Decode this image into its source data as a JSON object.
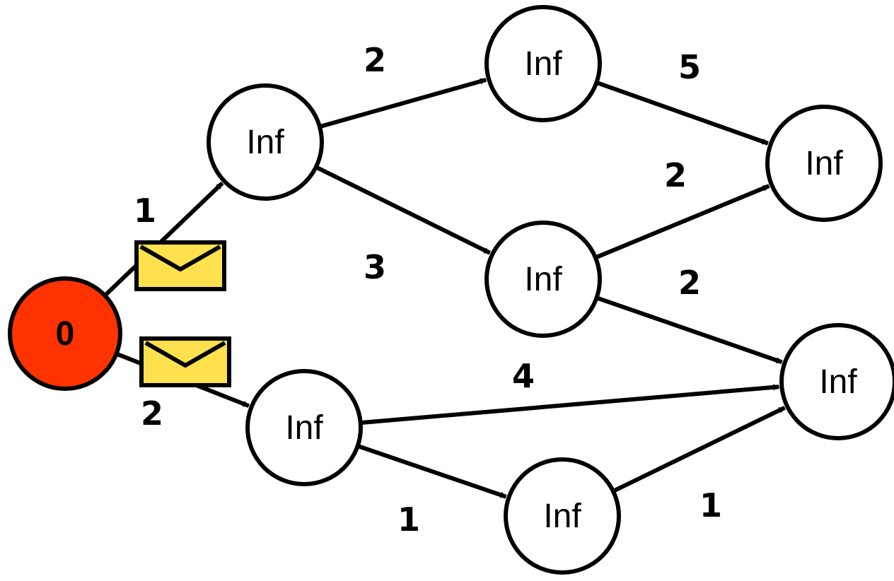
{
  "colors": {
    "source_fill": "#ff3300",
    "node_fill": "#ffffff",
    "stroke": "#000000",
    "envelope_fill": "#ffe14d"
  },
  "nodes": [
    {
      "id": "s",
      "label": "0",
      "source": true
    },
    {
      "id": "a",
      "label": "Inf"
    },
    {
      "id": "b",
      "label": "Inf"
    },
    {
      "id": "c",
      "label": "Inf"
    },
    {
      "id": "d",
      "label": "Inf"
    },
    {
      "id": "e",
      "label": "Inf"
    },
    {
      "id": "f",
      "label": "Inf"
    },
    {
      "id": "g",
      "label": "Inf"
    }
  ],
  "edges": [
    {
      "from": "s",
      "to": "a",
      "weight": "1",
      "message": true
    },
    {
      "from": "s",
      "to": "b",
      "weight": "2",
      "message": true
    },
    {
      "from": "a",
      "to": "c",
      "weight": "2"
    },
    {
      "from": "a",
      "to": "d",
      "weight": "3"
    },
    {
      "from": "c",
      "to": "f",
      "weight": "5"
    },
    {
      "from": "d",
      "to": "f",
      "weight": "2"
    },
    {
      "from": "d",
      "to": "g",
      "weight": "2"
    },
    {
      "from": "b",
      "to": "g",
      "weight": "4"
    },
    {
      "from": "b",
      "to": "e",
      "weight": "1"
    },
    {
      "from": "e",
      "to": "g",
      "weight": "1"
    }
  ],
  "icons": {
    "message": "envelope-icon"
  }
}
